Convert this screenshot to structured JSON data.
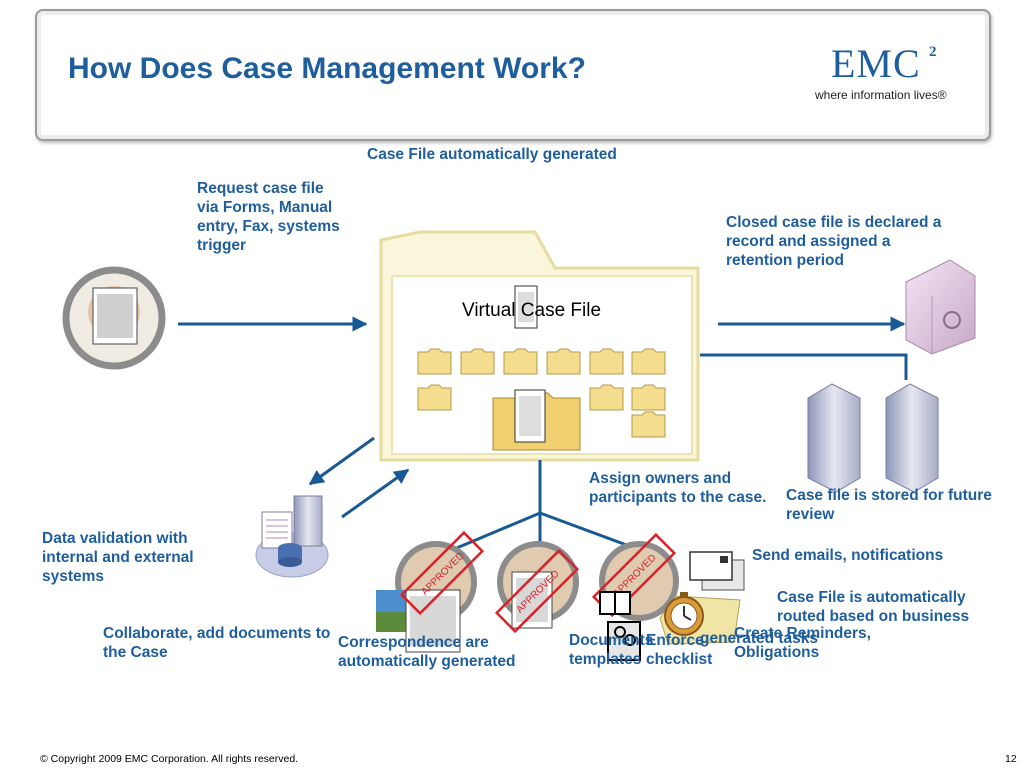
{
  "header": {
    "title": "How Does Case Management Work?",
    "logo_text": "EMC",
    "logo_superscript": "2",
    "logo_tagline": "where information lives®"
  },
  "diagram": {
    "center_label": "Virtual Case File",
    "labels": {
      "generated": "Case File automatically generated",
      "request": "Request case file via Forms, Manual entry, Fax, systems trigger",
      "closed": "Closed case file is declared a record and assigned a retention period",
      "data_validation": "Data validation with internal and external systems",
      "assign_owners": "Assign owners and participants to the case.",
      "stored": "Case file is stored for future review",
      "emails": "Send emails, notifications",
      "routed": "Case File is automatically routed based on business",
      "collaborate": "Collaborate, add documents to the Case",
      "correspondence": "Correspondence are automatically generated",
      "documents": "Documents templates",
      "enforce": "Enforce checklist",
      "generated_tasks": "generated tasks",
      "reminders": "Create Reminders, Obligations"
    },
    "stamps": [
      "APPROVED",
      "APPROVED",
      "APPROVED"
    ]
  },
  "colors": {
    "accent": "#1f5e9c",
    "arrow": "#1a5a94",
    "folder": "#f3e3a8"
  },
  "footer": {
    "copyright": "© Copyright 2009 EMC Corporation. All rights reserved.",
    "page_number": "12"
  }
}
